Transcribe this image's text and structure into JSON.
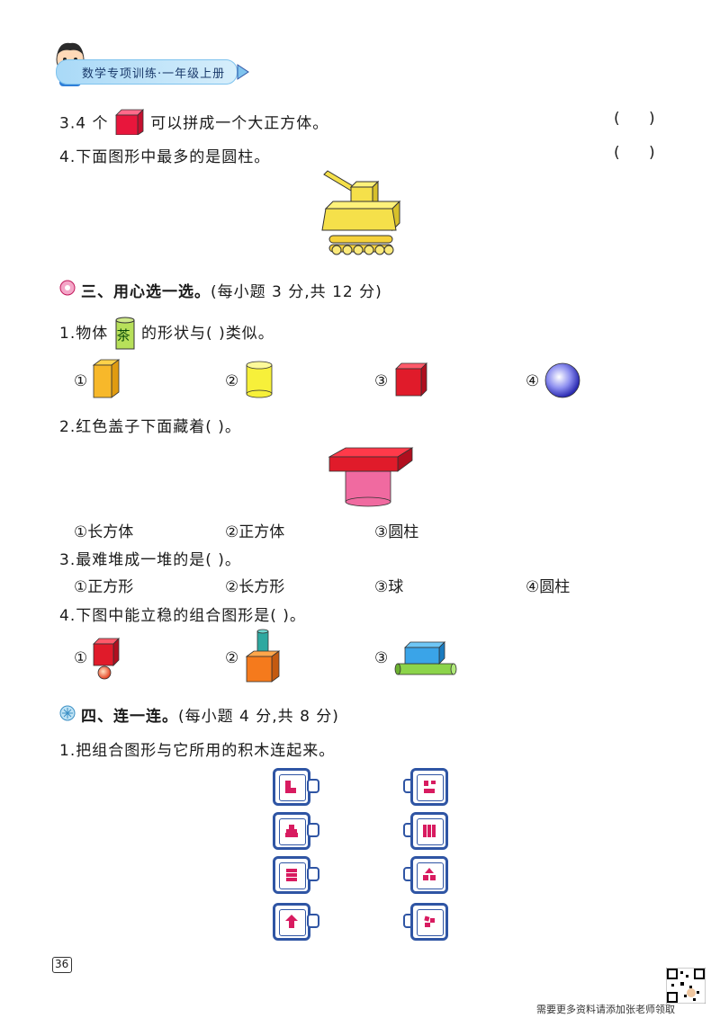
{
  "header": {
    "banner_text": "数学专项训练·一年级上册"
  },
  "judge": {
    "q3_prefix": "3.4 个",
    "q3_suffix": "可以拼成一个大正方体。",
    "q3_paren": "(      )",
    "q4_text": "4.下面图形中最多的是圆柱。",
    "q4_paren": "(      )"
  },
  "section3": {
    "title": "三、用心选一选。",
    "score": "(每小题 3 分,共 12 分)",
    "q1_prefix": "1.物体",
    "q1_tea": "茶",
    "q1_suffix": "的形状与(      )类似。",
    "q1_options": [
      "①",
      "②",
      "③",
      "④"
    ],
    "q2_text": "2.红色盖子下面藏着(      )。",
    "q2_options": [
      "①长方体",
      "②正方体",
      "③圆柱"
    ],
    "q3_text": "3.最难堆成一堆的是(      )。",
    "q3_options": [
      "①正方形",
      "②长方形",
      "③球",
      "④圆柱"
    ],
    "q4_text": "4.下图中能立稳的组合图形是(      )。",
    "q4_options": [
      "①",
      "②",
      "③"
    ]
  },
  "section4": {
    "title": "四、连一连。",
    "score": "(每小题 4 分,共 8 分)",
    "q1_text": "1.把组合图形与它所用的积木连起来。"
  },
  "footer": {
    "page_number": "36",
    "note": "需要更多资料请添加张老师领取"
  },
  "colors": {
    "accent_blue": "#2f55a4",
    "card_red": "#d81b60",
    "yellow": "#f5e04a",
    "red": "#e01b2a"
  }
}
